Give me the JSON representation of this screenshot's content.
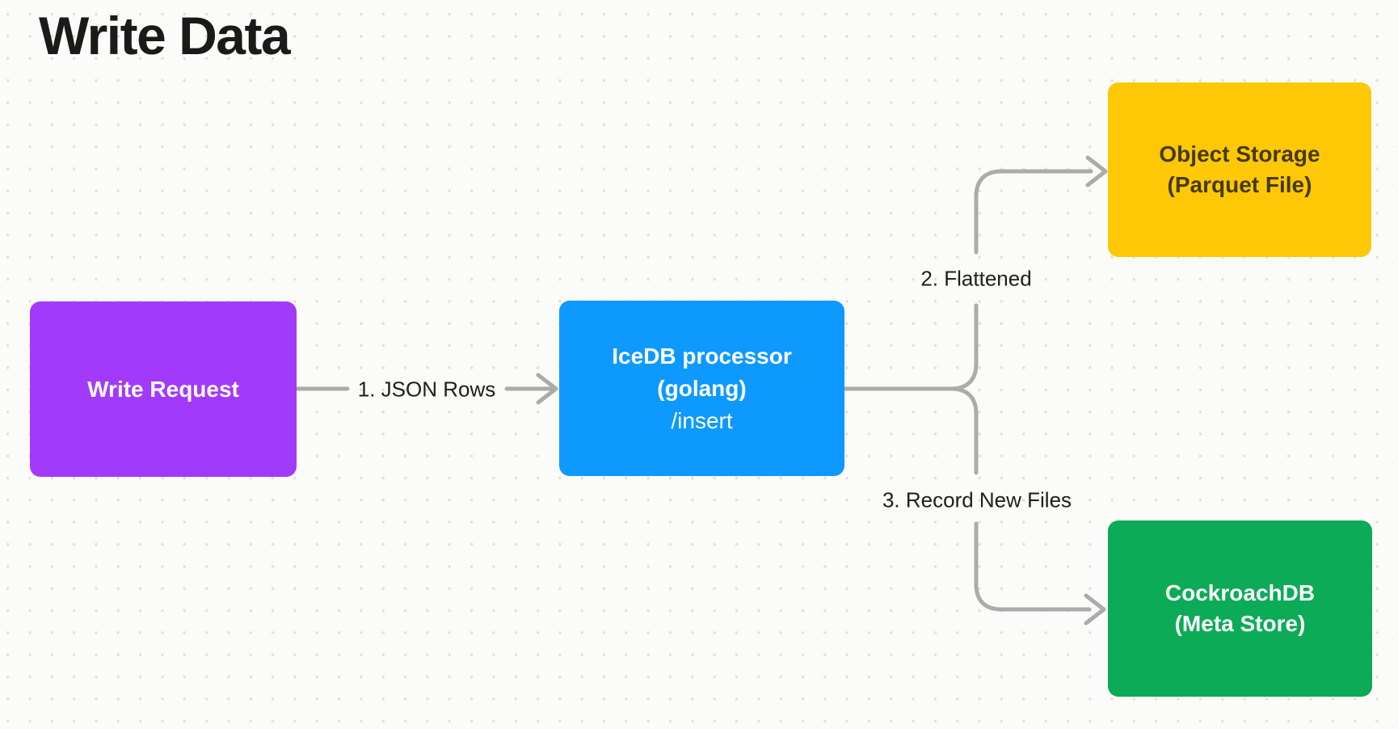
{
  "title": "Write Data",
  "colors": {
    "background": "#FBFBF9",
    "grid_dot": "#E2E0DD",
    "arrow": "#ABABAB",
    "edge_label_text": "#1E1E1E",
    "node_purple": "#A13AFB",
    "node_blue": "#0D99FF",
    "node_yellow": "#FFC806",
    "node_green": "#0CAB57",
    "node_text_light": "#FFFFFF",
    "node_text_dark": "#453A08"
  },
  "nodes": {
    "write_request": {
      "label": "Write Request"
    },
    "icedb": {
      "line1": "IceDB processor",
      "line2": "(golang)",
      "line3": "/insert"
    },
    "object_storage": {
      "line1": "Object Storage",
      "line2": "(Parquet File)"
    },
    "cockroachdb": {
      "line1": "CockroachDB",
      "line2": "(Meta Store)"
    }
  },
  "edges": {
    "json_rows": {
      "label": "1. JSON Rows"
    },
    "flattened": {
      "label": "2. Flattened"
    },
    "record_new_files": {
      "label": "3. Record New Files"
    }
  }
}
